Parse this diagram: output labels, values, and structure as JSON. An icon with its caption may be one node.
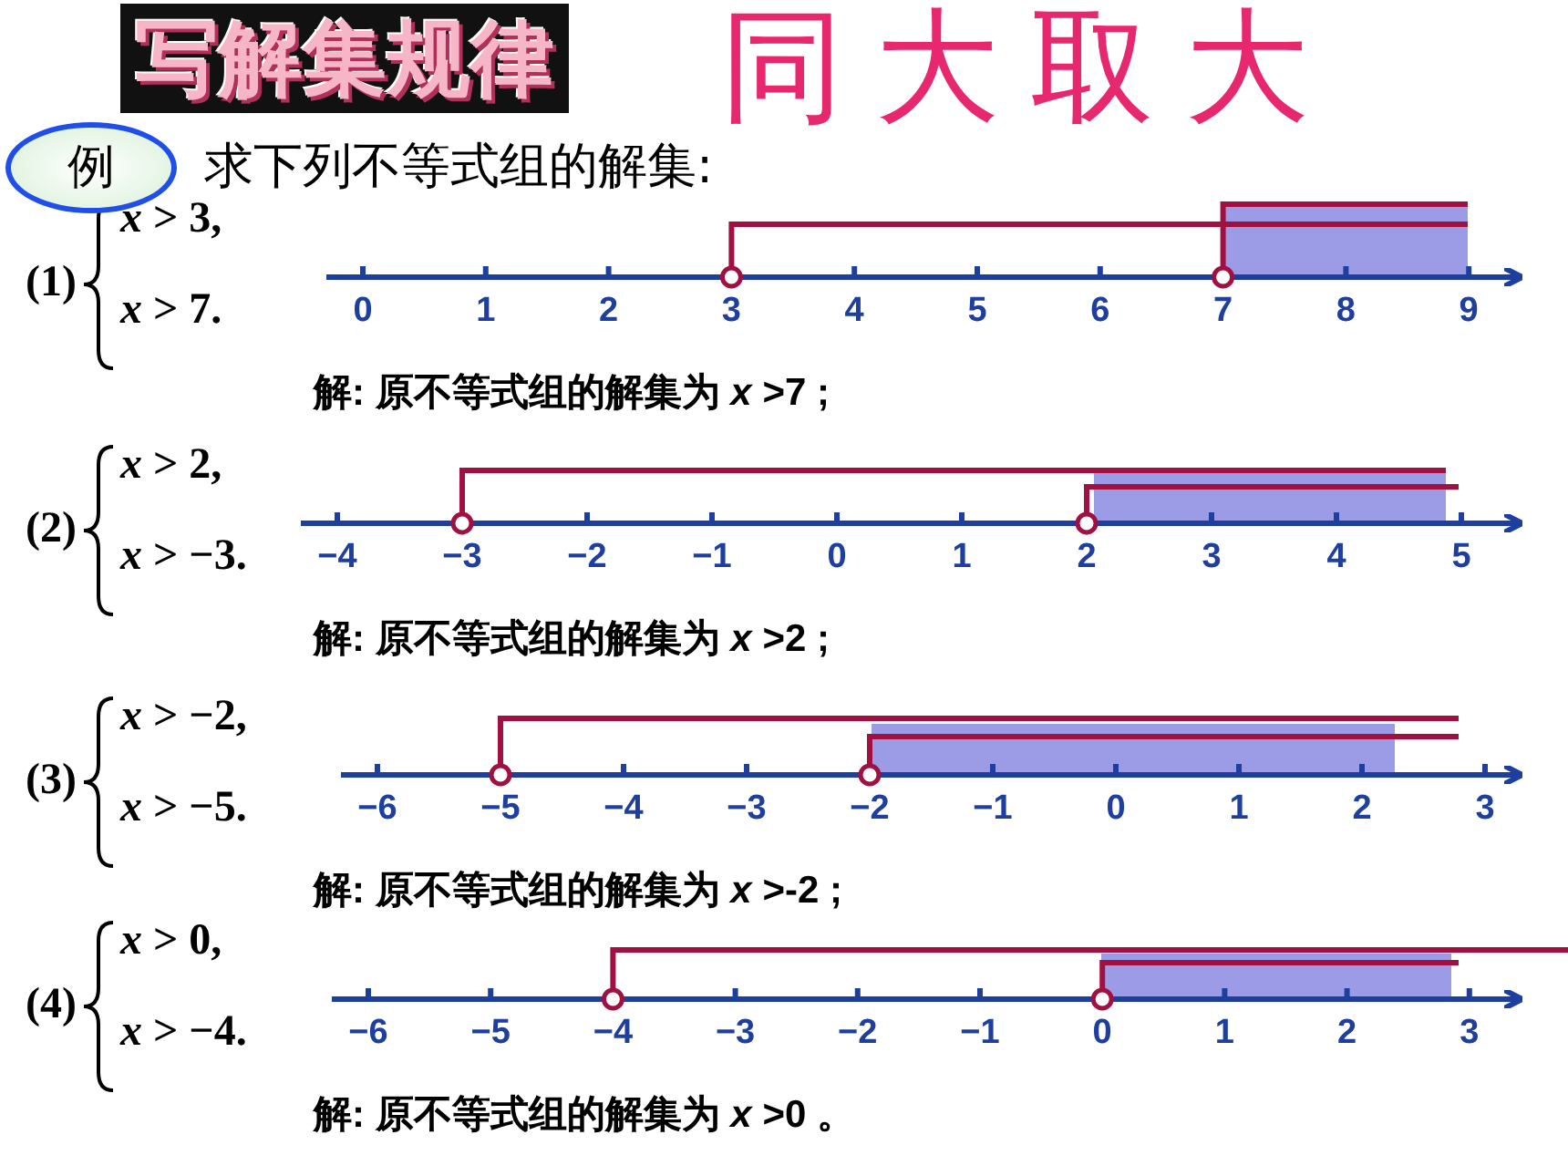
{
  "diagram": {
    "title": "写解集规律",
    "nodes": [
      {
        "text": [
          "例"
        ]
      }
    ],
    "labels": [
      "同 大 取 大",
      "求下列不等式组的解集:",
      "(1)",
      "*x* > 3,",
      "*x* > 7.",
      "0",
      "1",
      "2",
      "3",
      "4",
      "5",
      "6",
      "7",
      "8",
      "9",
      "解: 原不等式组的解集为 *x* >7 ;",
      "(2)",
      "*x* > 2,",
      "*x* > −3.",
      "−4",
      "−3",
      "−2",
      "−1",
      "0",
      "1",
      "2",
      "3",
      "4",
      "5",
      "解: 原不等式组的解集为 *x* >2 ;",
      "(3)",
      "*x* > −2,",
      "*x* > −5.",
      "−6",
      "−5",
      "−4",
      "−3",
      "−2",
      "−1",
      "0",
      "1",
      "2",
      "3",
      "解: 原不等式组的解集为 *x* >-2 ;",
      "(4)",
      "*x* > 0,",
      "*x* > −4.",
      "−6",
      "−5",
      "−4",
      "−3",
      "−2",
      "−1",
      "0",
      "1",
      "2",
      "3",
      "解: 原不等式组的解集为 *x* >0 。"
    ]
  }
}
